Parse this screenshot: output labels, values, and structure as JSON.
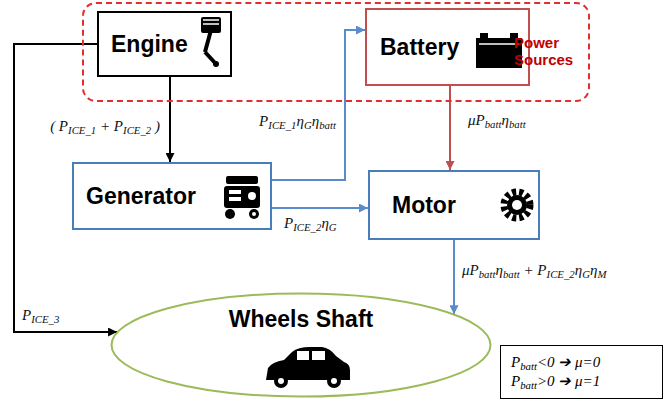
{
  "diagram": {
    "nodes": [
      {
        "text": [
          "Power Sources"
        ]
      },
      {
        "text": [
          "Engine"
        ],
        "in": 0
      },
      {
        "text": [
          "Battery"
        ],
        "in": 0
      },
      {
        "text": [
          "Generator"
        ]
      },
      {
        "text": [
          "Motor"
        ]
      },
      {
        "text": [
          "Wheels Shaft"
        ]
      },
      {
        "text": [
          "Pbatt<0 ➔ μ=0",
          "Pbatt>0 ➔ μ=1"
        ]
      }
    ],
    "edges": [
      {
        "from": 1,
        "to": 3,
        "arrow": "to",
        "label": "( PICE_1 + PICE_2 )"
      },
      {
        "from": 3,
        "to": 2,
        "arrow": "to",
        "label": "PICE_1ηGηbatt"
      },
      {
        "from": 3,
        "to": 4,
        "arrow": "to",
        "label": "PICE_2ηG"
      },
      {
        "from": 2,
        "to": 4,
        "arrow": "to",
        "label": "μPbattηbatt"
      },
      {
        "from": 4,
        "to": 5,
        "arrow": "to",
        "label": "μPbattηbatt + PICE_2ηGηM"
      },
      {
        "from": 1,
        "to": 5,
        "arrow": "to",
        "label": "PICE_3"
      }
    ]
  }
}
